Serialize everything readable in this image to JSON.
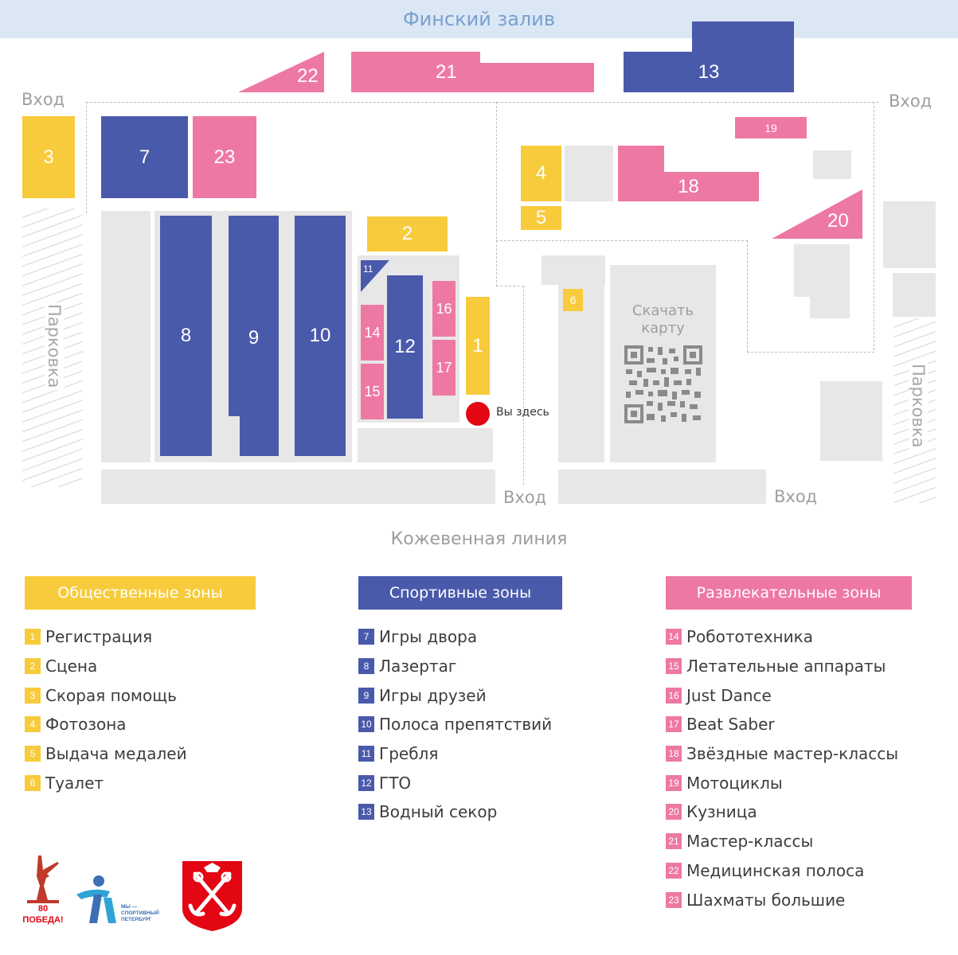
{
  "header": {
    "sea_label": "Финский залив"
  },
  "labels": {
    "entrance": "Вход",
    "parking": "Парковка",
    "street": "Кожевенная линия",
    "you_are_here": "Вы здесь",
    "download_map": "Скачать карту"
  },
  "zones": {
    "z1": "1",
    "z2": "2",
    "z3": "3",
    "z4": "4",
    "z5": "5",
    "z6": "6",
    "z7": "7",
    "z8": "8",
    "z9": "9",
    "z10": "10",
    "z11": "11",
    "z12": "12",
    "z13": "13",
    "z14": "14",
    "z15": "15",
    "z16": "16",
    "z17": "17",
    "z18": "18",
    "z19": "19",
    "z20": "20",
    "z21": "21",
    "z22": "22",
    "z23": "23"
  },
  "colors": {
    "public": "#f7cb3b",
    "sport": "#4a5aab",
    "entertainment": "#ee78a4",
    "neutral": "#e7e7e7",
    "marker": "#e30613"
  },
  "legend": {
    "public": {
      "title": "Общественные зоны",
      "items": [
        {
          "num": "1",
          "label": "Регистрация"
        },
        {
          "num": "2",
          "label": "Сцена"
        },
        {
          "num": "3",
          "label": "Скорая помощь"
        },
        {
          "num": "4",
          "label": "Фотозона"
        },
        {
          "num": "5",
          "label": "Выдача медалей"
        },
        {
          "num": "6",
          "label": "Туалет"
        }
      ]
    },
    "sport": {
      "title": "Спортивные зоны",
      "items": [
        {
          "num": "7",
          "label": "Игры двора"
        },
        {
          "num": "8",
          "label": "Лазертаг"
        },
        {
          "num": "9",
          "label": "Игры друзей"
        },
        {
          "num": "10",
          "label": "Полоса препятствий"
        },
        {
          "num": "11",
          "label": "Гребля"
        },
        {
          "num": "12",
          "label": "ГТО"
        },
        {
          "num": "13",
          "label": "Водный секор"
        }
      ]
    },
    "entertainment": {
      "title": "Развлекательные зоны",
      "items": [
        {
          "num": "14",
          "label": "Робототехника"
        },
        {
          "num": "15",
          "label": "Летательные аппараты"
        },
        {
          "num": "16",
          "label": "Just Dance"
        },
        {
          "num": "17",
          "label": "Beat Saber"
        },
        {
          "num": "18",
          "label": "Звёздные мастер-классы"
        },
        {
          "num": "19",
          "label": "Мотоциклы"
        },
        {
          "num": "20",
          "label": "Кузница"
        },
        {
          "num": "21",
          "label": "Мастер-классы"
        },
        {
          "num": "22",
          "label": "Медицинская полоса"
        },
        {
          "num": "23",
          "label": "Шахматы большие"
        }
      ]
    }
  },
  "logos": {
    "victory": "80 ПОБЕДА!",
    "sport_spb": "МЫ — СПОРТИВНЫЙ ПЕТЕРБУРГ"
  }
}
